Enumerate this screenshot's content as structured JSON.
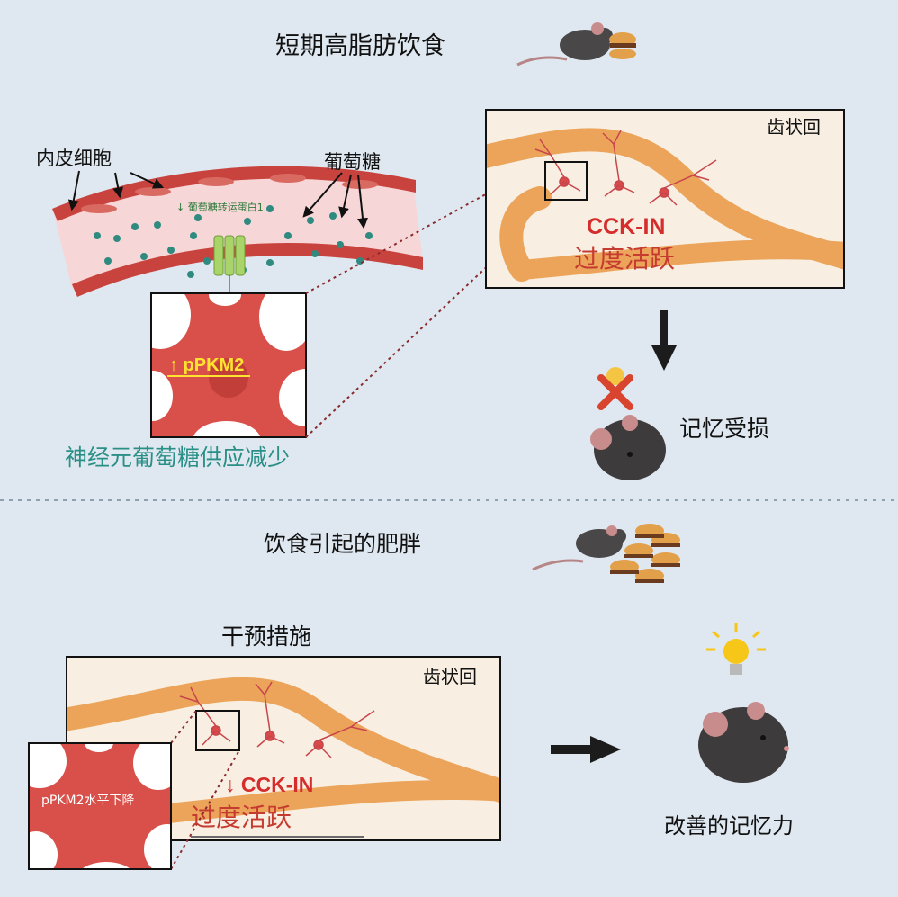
{
  "top": {
    "title": "短期高脂肪饮食",
    "endothelial_label": "内皮细胞",
    "glucose_label": "葡萄糖",
    "transporter_label": "↓ 葡萄糖转运蛋白1",
    "ppkm2_label": "↑ pPKM2",
    "neuron_supply_label": "神经元葡萄糖供应减少",
    "region_label": "齿状回",
    "cck_label": "CCK-IN",
    "overactive_label": "过度活跃",
    "memory_label": "记忆受损"
  },
  "bottom": {
    "title": "饮食引起的肥胖",
    "intervention_label": "干预措施",
    "region_label": "齿状回",
    "cck_label": "↓ CCK-IN",
    "overactive_label": "过度活跃",
    "ppkm2_label": "pPKM2水平下降",
    "memory_label": "改善的记忆力"
  },
  "colors": {
    "background": "#dfe8f0",
    "vessel": "#c9433e",
    "lumen": "#f6d6d6",
    "glucose": "#2f8a80",
    "neuron_box": "#d9504a",
    "dentate": "#eba45a",
    "panel": "#f8efe2",
    "accent_red": "#d52c2c",
    "teal_text": "#2a8f86"
  }
}
